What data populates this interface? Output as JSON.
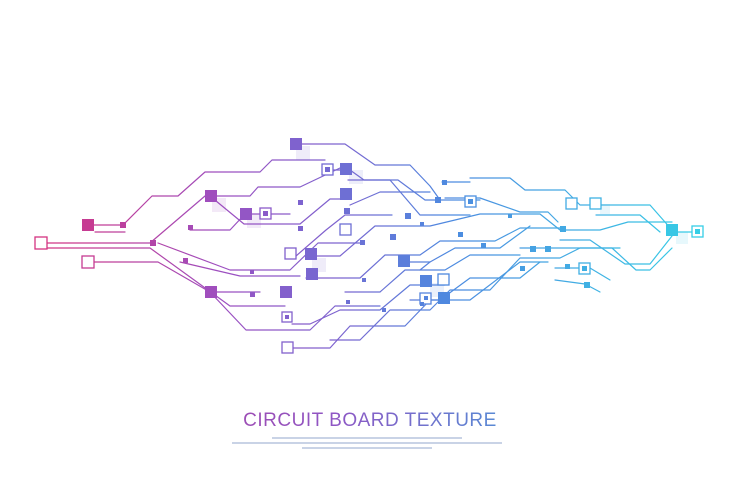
{
  "title": "CIRCUIT BOARD TEXTURE",
  "colors": {
    "background": "#ffffff",
    "gradient_start": "#d6337f",
    "gradient_mid": "#8d58c6",
    "gradient_blue": "#4d8ae0",
    "gradient_end": "#35d0e6",
    "fine_print": "#c9d3e6"
  },
  "illustration": {
    "name": "circuit-board-pattern",
    "style": "thin gradient traces with square pads"
  }
}
